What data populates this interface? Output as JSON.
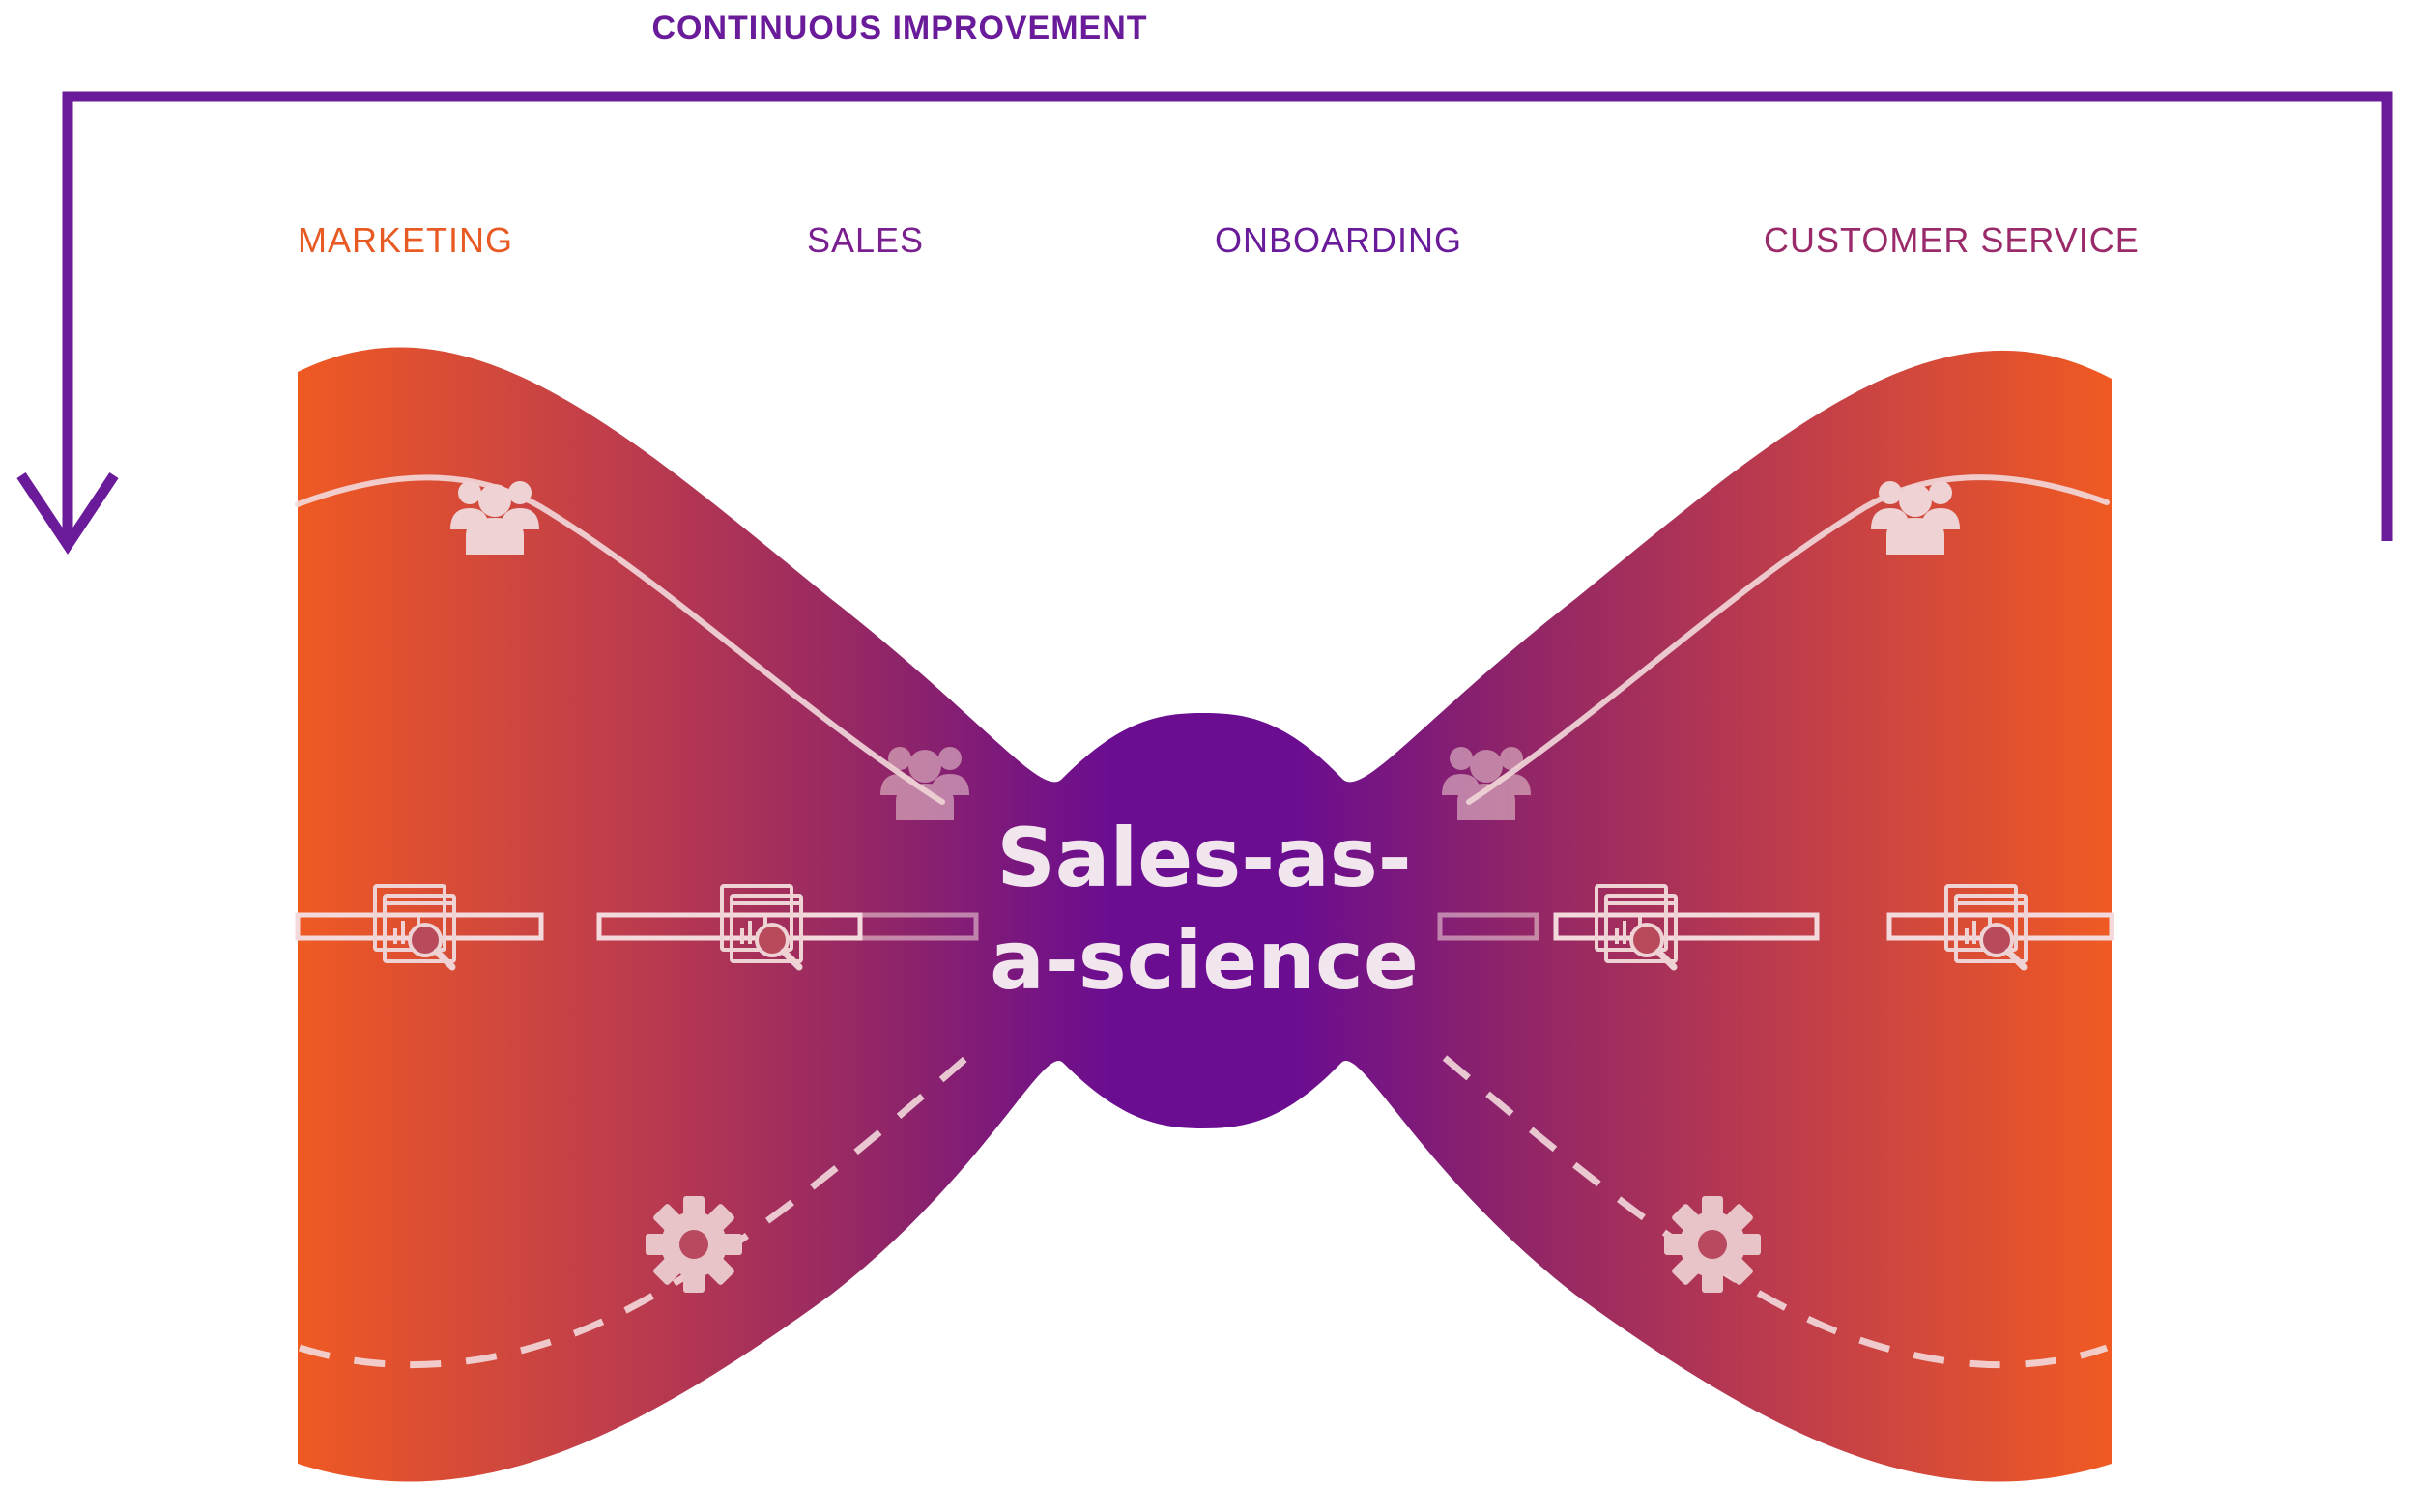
{
  "title": "CONTINUOUS IMPROVEMENT",
  "stages": [
    {
      "label": "MARKETING",
      "color": "#e85a24"
    },
    {
      "label": "SALES",
      "color": "#7a1f8f"
    },
    {
      "label": "ONBOARDING",
      "color": "#6a1b9a"
    },
    {
      "label": "CUSTOMER SERVICE",
      "color": "#9a2a6a"
    }
  ],
  "center": {
    "line1": "Sales-as-",
    "line2": "a-science"
  },
  "colors": {
    "outer": "#f05a22",
    "middle": "#b23a52",
    "core": "#6a0d91",
    "arrow": "#6a1b9a",
    "path_stroke": "#f3d9dc",
    "icon_fill": "#eed2d4"
  },
  "icons": [
    "people-group-icon",
    "analytics-report-icon",
    "gear-icon",
    "arrow-down-icon"
  ]
}
